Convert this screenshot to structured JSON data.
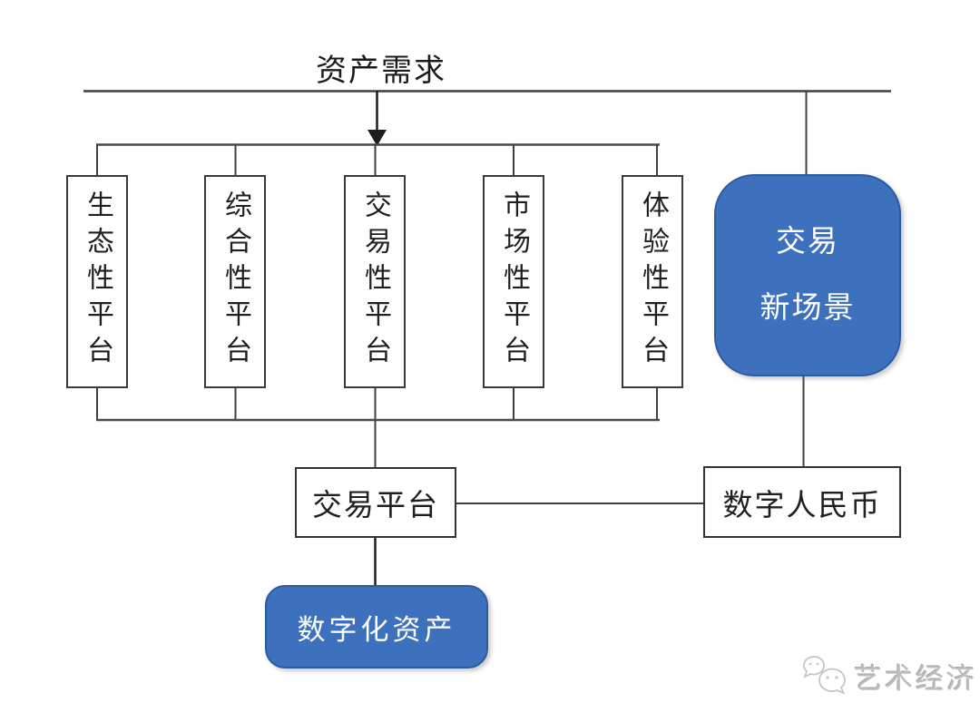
{
  "diagram": {
    "title": "资产需求",
    "platforms": [
      {
        "label": "生态性平台"
      },
      {
        "label": "综合性平台"
      },
      {
        "label": "交易性平台"
      },
      {
        "label": "市场性平台"
      },
      {
        "label": "体验性平台"
      }
    ],
    "scenario": {
      "line1": "交易",
      "line2": "新场景"
    },
    "trade_platform": {
      "label": "交易平台"
    },
    "digital_rmb": {
      "label": "数字人民币"
    },
    "digital_asset": {
      "label": "数字化资产"
    }
  },
  "watermark": {
    "label": "艺术经济",
    "icon": "wechat-logo"
  },
  "colors": {
    "background": "#ffffff",
    "line": "#3f3f3f",
    "box_border": "#333333",
    "accent_blue": "#3e71bd",
    "accent_blue_border": "#2e5b9e",
    "box_text": "#1f1f1f",
    "blue_box_text": "#ffffff",
    "watermark_gray": "#bdbdbd"
  }
}
